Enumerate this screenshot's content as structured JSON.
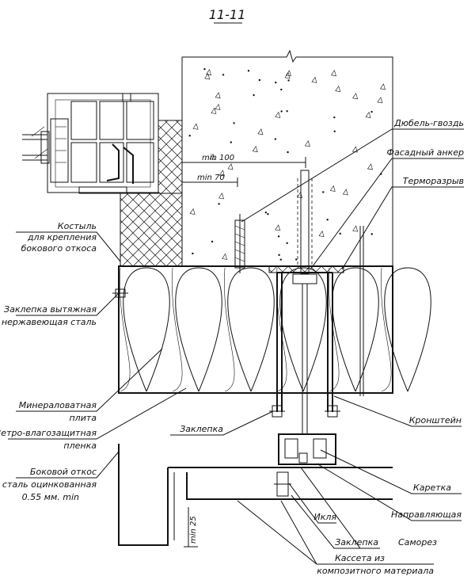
{
  "title": "11-11",
  "dimensions": {
    "min100": "min 100",
    "min70": "min 70",
    "min25": "min 25"
  },
  "labels": {
    "dowel": "Дюбель-гвоздь",
    "anchor": "Фасадный анкер",
    "thermal_break": "Терморазрыв",
    "crutch_1": "Костыль",
    "crutch_2": "для крепления",
    "crutch_3": "бокового откоса",
    "rivet_ss_1": "Заклепка вытяжная",
    "rivet_ss_2": "нержавеющая сталь",
    "mineral_1": "Минераловатная",
    "mineral_2": "плита",
    "membrane_1": "Ветро-влагозащитная",
    "membrane_2": "пленка",
    "side_1": "Боковой откос",
    "side_2": "сталь оцинкованная",
    "side_3": "0.55 мм. min",
    "rivet": "Заклепка",
    "bracket": "Кронштейн",
    "carriage": "Каретка",
    "guide": "Направляющая",
    "hook": "Икля",
    "rivet2": "Заклепка",
    "screw": "Саморез",
    "cassette_1": "Кассета из",
    "cassette_2": "композитного материала"
  }
}
